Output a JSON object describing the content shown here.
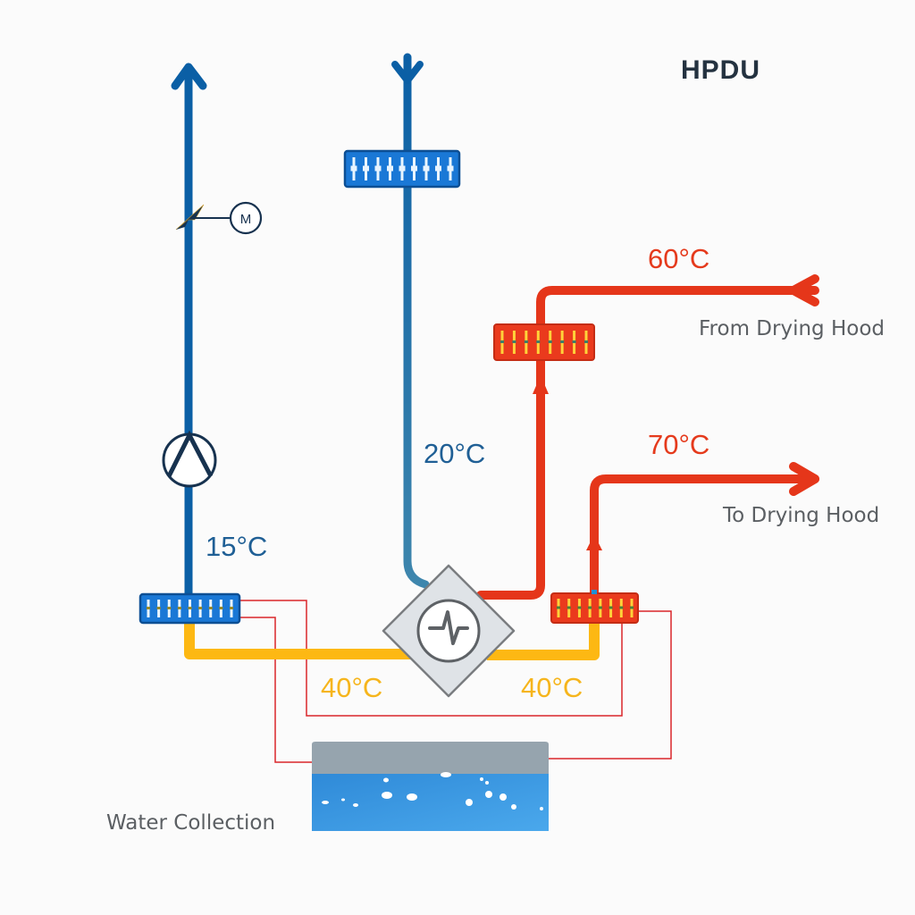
{
  "title": "HPDU",
  "temperatures": {
    "cold_outlet": "15°C",
    "cold_inlet": "20°C",
    "return_from_hood": "60°C",
    "supply_to_hood": "70°C",
    "refrigerant_left": "40°C",
    "refrigerant_right": "40°C"
  },
  "captions": {
    "from_hood": "From Drying Hood",
    "to_hood": "To Drying Hood",
    "water": "Water Collection"
  },
  "components": {
    "motor_label": "M",
    "compressor_icon": "compressor-icon",
    "fan_icon": "fan-pump-icon",
    "damper_icon": "motorized-damper-icon"
  },
  "colors": {
    "cold_pipe": "#0b5fa5",
    "hot_pipe": "#e5361a",
    "refrigerant_pipe": "#fdb813",
    "signal_wire": "#d9262a",
    "coil_blue": "#1a78d6",
    "coil_red": "#ea3a1d",
    "water": "#3f9ae0",
    "tank_lid": "#96a4ae"
  }
}
